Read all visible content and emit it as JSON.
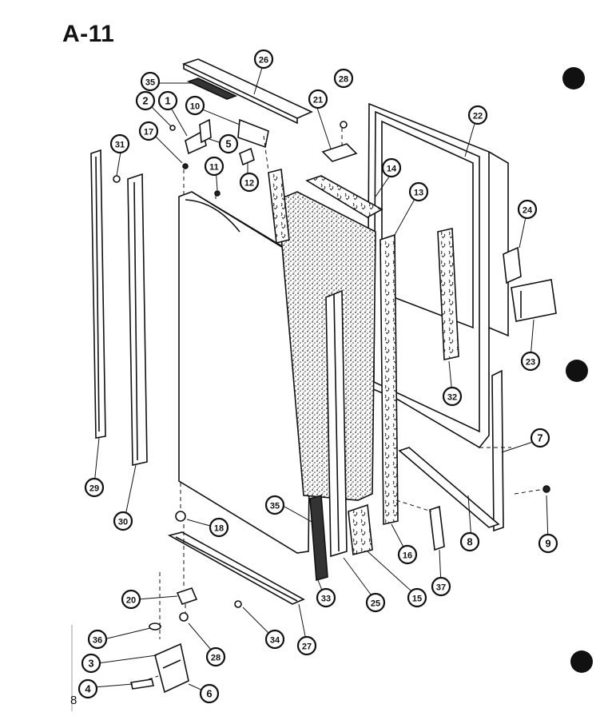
{
  "page": {
    "title": "A-11",
    "page_number": "8"
  },
  "callouts": [
    {
      "id": "c26",
      "label": "26"
    },
    {
      "id": "c35a",
      "label": "35"
    },
    {
      "id": "c28a",
      "label": "28"
    },
    {
      "id": "c2",
      "label": "2"
    },
    {
      "id": "c1",
      "label": "1"
    },
    {
      "id": "c10",
      "label": "10"
    },
    {
      "id": "c21",
      "label": "21"
    },
    {
      "id": "c22",
      "label": "22"
    },
    {
      "id": "c17",
      "label": "17"
    },
    {
      "id": "c5",
      "label": "5"
    },
    {
      "id": "c31",
      "label": "31"
    },
    {
      "id": "c11",
      "label": "11"
    },
    {
      "id": "c12",
      "label": "12"
    },
    {
      "id": "c14",
      "label": "14"
    },
    {
      "id": "c13",
      "label": "13"
    },
    {
      "id": "c24",
      "label": "24"
    },
    {
      "id": "c23",
      "label": "23"
    },
    {
      "id": "c32",
      "label": "32"
    },
    {
      "id": "c7",
      "label": "7"
    },
    {
      "id": "c29",
      "label": "29"
    },
    {
      "id": "c30",
      "label": "30"
    },
    {
      "id": "c35b",
      "label": "35"
    },
    {
      "id": "c18",
      "label": "18"
    },
    {
      "id": "c9",
      "label": "9"
    },
    {
      "id": "c8",
      "label": "8"
    },
    {
      "id": "c16",
      "label": "16"
    },
    {
      "id": "c37",
      "label": "37"
    },
    {
      "id": "c33",
      "label": "33"
    },
    {
      "id": "c25",
      "label": "25"
    },
    {
      "id": "c15",
      "label": "15"
    },
    {
      "id": "c20",
      "label": "20"
    },
    {
      "id": "c27",
      "label": "27"
    },
    {
      "id": "c36",
      "label": "36"
    },
    {
      "id": "c28b",
      "label": "28"
    },
    {
      "id": "c34",
      "label": "34"
    },
    {
      "id": "c3",
      "label": "3"
    },
    {
      "id": "c4",
      "label": "4"
    },
    {
      "id": "c6",
      "label": "6"
    }
  ]
}
